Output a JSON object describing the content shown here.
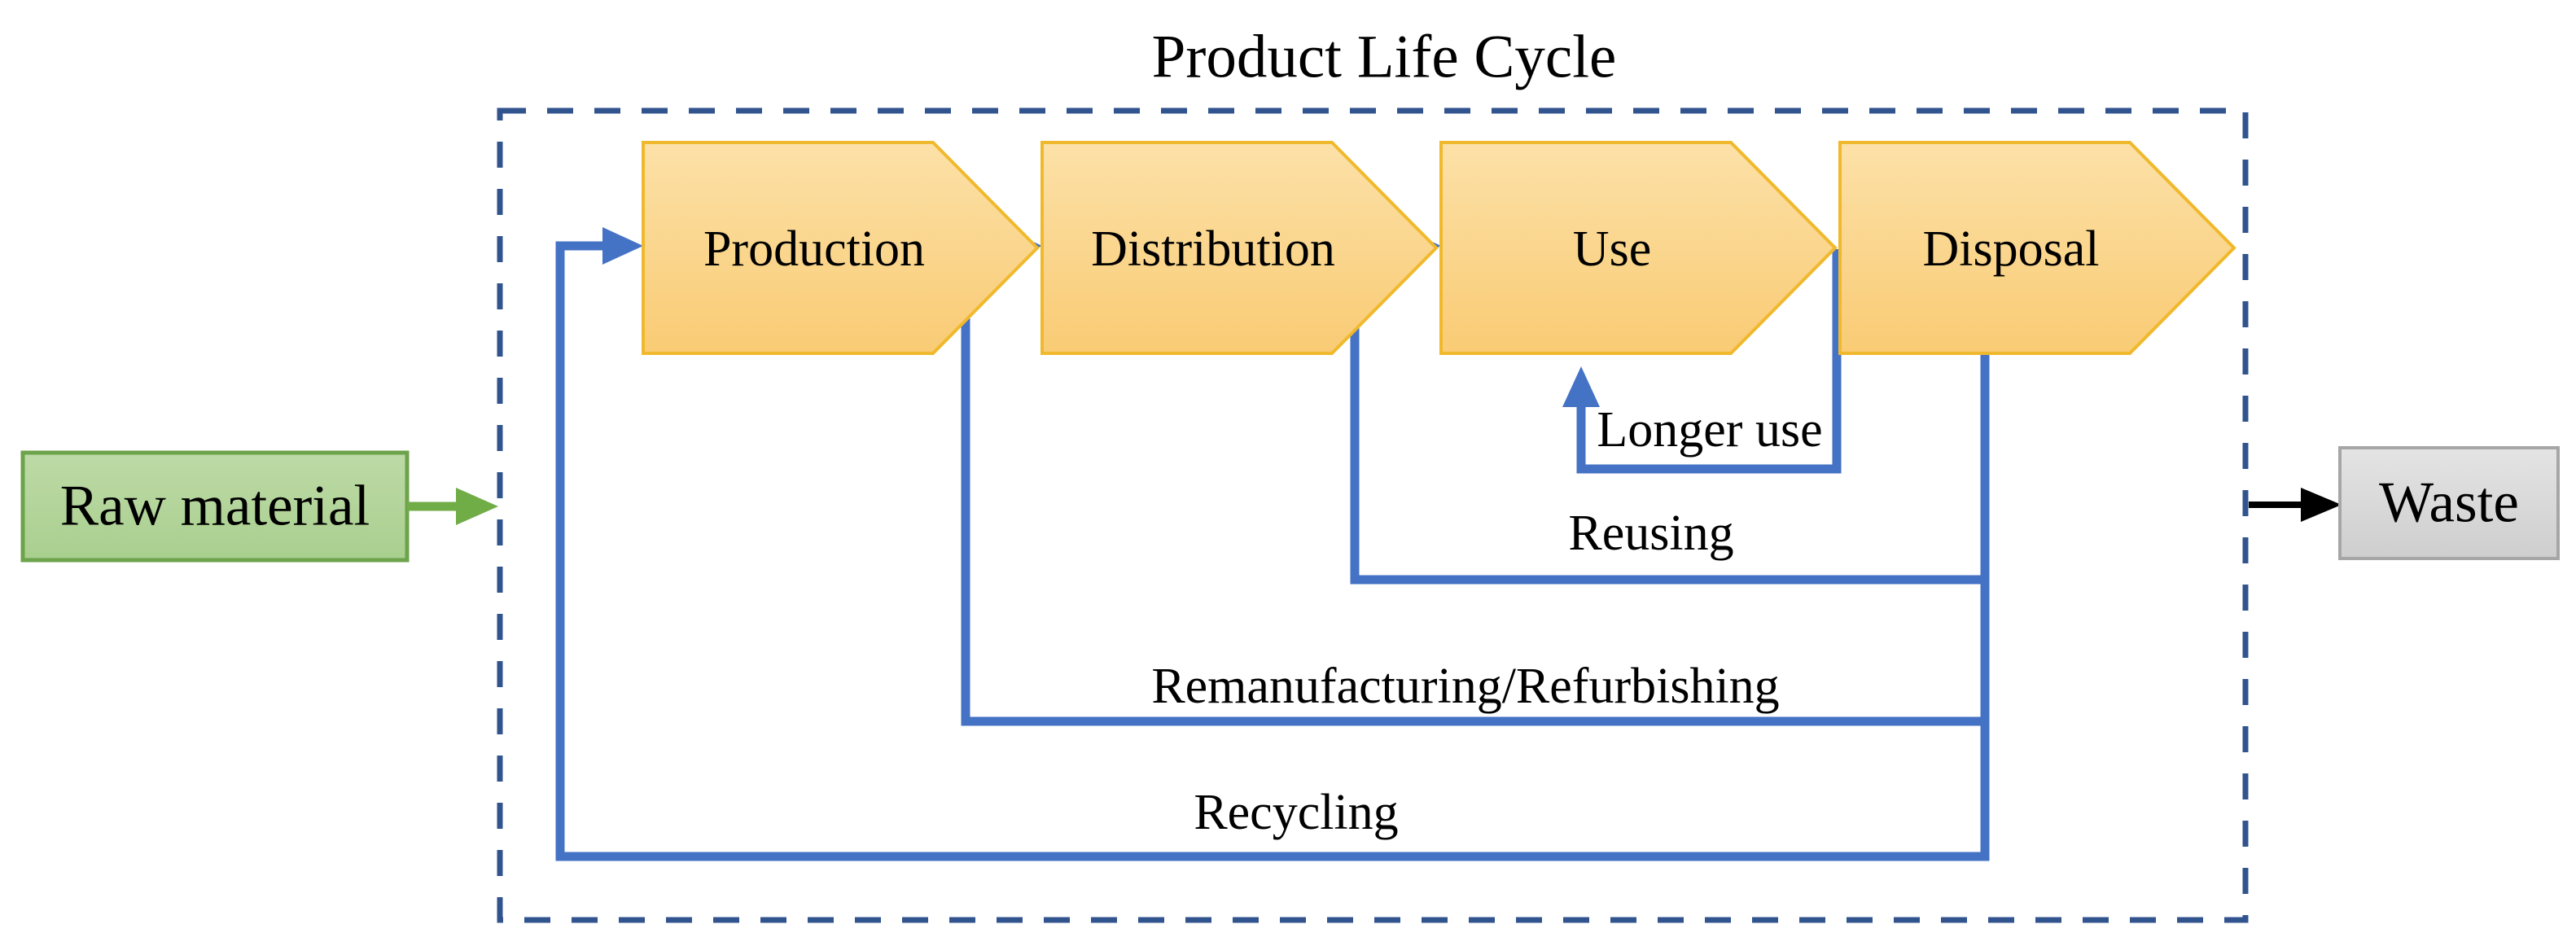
{
  "diagram": {
    "title": "Product Life Cycle",
    "stages": [
      {
        "label": "Production"
      },
      {
        "label": "Distribution"
      },
      {
        "label": "Use"
      },
      {
        "label": "Disposal"
      }
    ],
    "loops": [
      {
        "label": "Longer use"
      },
      {
        "label": "Reusing"
      },
      {
        "label": "Remanufacturing/Refurbishing"
      },
      {
        "label": "Recycling"
      }
    ],
    "input_node": {
      "label": "Raw material"
    },
    "output_node": {
      "label": "Waste"
    }
  },
  "colors": {
    "stage_fill_top": "#FCE1A8",
    "stage_fill_bottom": "#F9CB74",
    "stage_border": "#F0B92D",
    "flow_blue": "#4472C4",
    "boundary_navy": "#31548F",
    "input_fill_top": "#BDDAA6",
    "input_fill_bottom": "#A9CF8F",
    "input_border": "#6CA34B",
    "input_arrow": "#70AD47",
    "output_fill_top": "#E4E4E4",
    "output_fill_bottom": "#CECECE",
    "output_border": "#A6A6A6",
    "output_arrow": "#000000",
    "text": "#000000"
  }
}
